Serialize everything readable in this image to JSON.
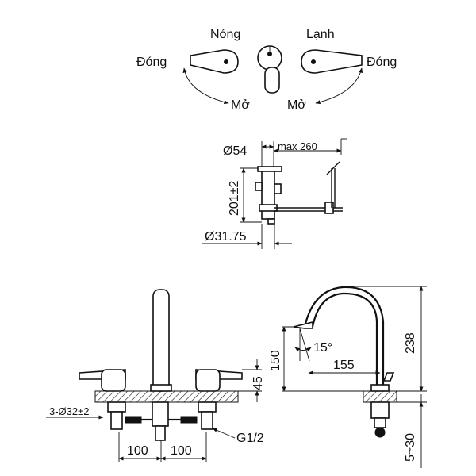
{
  "handle_diagram": {
    "hot_label": "Nóng",
    "cold_label": "Lạnh",
    "close_left": "Đóng",
    "close_right": "Đóng",
    "open_left": "Mở",
    "open_right": "Mở"
  },
  "side_view": {
    "dim_diameter_54": "Ø54",
    "dim_max_reach": "max 260",
    "dim_height_201": "201±2",
    "dim_diameter_3175": "Ø31.75"
  },
  "front_view": {
    "dim_holes": "3-Ø32±2",
    "dim_spacing_left": "100",
    "dim_spacing_right": "100",
    "dim_thread": "G1/2",
    "dim_deck_45": "45"
  },
  "spout_view": {
    "dim_150": "150",
    "dim_angle": "15°",
    "dim_155": "155",
    "dim_238": "238",
    "dim_5_30": "5~30"
  }
}
